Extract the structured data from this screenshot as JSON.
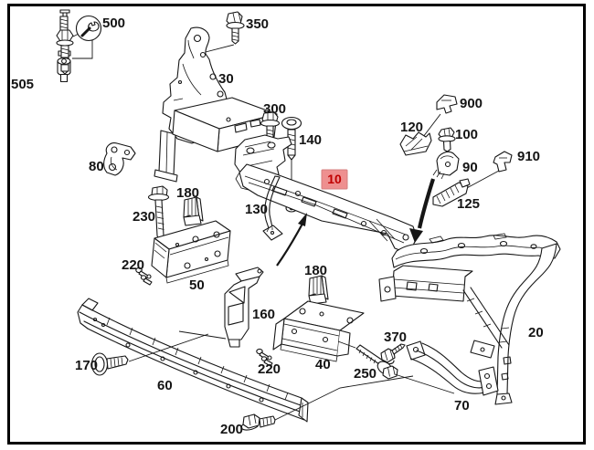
{
  "figure": {
    "type": "exploded-parts-diagram",
    "background_color": "#ffffff",
    "line_color": "#161616",
    "frame_border_color": "#000000"
  },
  "highlight": {
    "id": "10",
    "bg_color": "#ee8f8f",
    "border_color": "#d47f7f",
    "text_color": "#c00000"
  },
  "tool_symbol": {
    "icon": "wrench-icon",
    "attached_to_callout": "500"
  },
  "callouts": [
    {
      "id": "505"
    },
    {
      "id": "500"
    },
    {
      "id": "350"
    },
    {
      "id": "30"
    },
    {
      "id": "300"
    },
    {
      "id": "140"
    },
    {
      "id": "900"
    },
    {
      "id": "120"
    },
    {
      "id": "100"
    },
    {
      "id": "90"
    },
    {
      "id": "910"
    },
    {
      "id": "125"
    },
    {
      "id": "80"
    },
    {
      "id": "230"
    },
    {
      "id": "180"
    },
    {
      "id": "50"
    },
    {
      "id": "220"
    },
    {
      "id": "130"
    },
    {
      "id": "160"
    },
    {
      "id": "180"
    },
    {
      "id": "40"
    },
    {
      "id": "220"
    },
    {
      "id": "370"
    },
    {
      "id": "250"
    },
    {
      "id": "20"
    },
    {
      "id": "70"
    },
    {
      "id": "170"
    },
    {
      "id": "60"
    },
    {
      "id": "200"
    }
  ]
}
